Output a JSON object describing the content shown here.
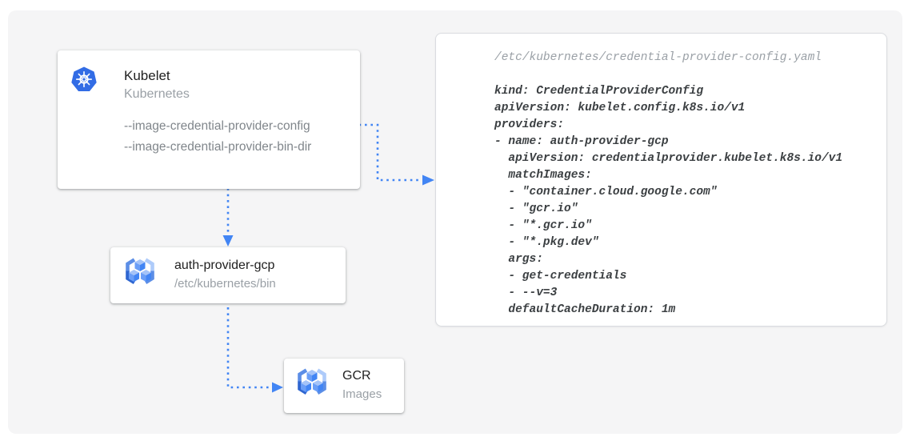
{
  "diagram": {
    "kubelet_node": {
      "title": "Kubelet",
      "subtitle": "Kubernetes",
      "flags": [
        "--image-credential-provider-config",
        "--image-credential-provider-bin-dir"
      ]
    },
    "auth_provider_node": {
      "title": "auth-provider-gcp",
      "subtitle": "/etc/kubernetes/bin"
    },
    "gcr_node": {
      "title": "GCR",
      "subtitle": "Images"
    },
    "config_file": {
      "path": "/etc/kubernetes/credential-provider-config.yaml",
      "yaml_lines": [
        "kind: CredentialProviderConfig",
        "apiVersion: kubelet.config.k8s.io/v1",
        "providers:",
        "- name: auth-provider-gcp",
        "  apiVersion: credentialprovider.kubelet.k8s.io/v1",
        "  matchImages:",
        "  - \"container.cloud.google.com\"",
        "  - \"gcr.io\"",
        "  - \"*.gcr.io\"",
        "  - \"*.pkg.dev\"",
        "  args:",
        "  - get-credentials",
        "  - --v=3",
        "  defaultCacheDuration: 1m"
      ]
    },
    "icons": {
      "kubelet": "kubernetes-icon",
      "auth_provider": "container-registry-icon",
      "gcr": "container-registry-icon"
    },
    "colors": {
      "arrow_blue": "#4285f4",
      "kubernetes_blue": "#326ce5",
      "registry_light_blue": "#aecbfa",
      "registry_medium_blue": "#5c8ee6",
      "registry_dark_blue": "#2f66d0",
      "board_background": "#f5f5f6",
      "title_text": "#212121",
      "muted_text": "#9aa0a6",
      "code_text": "#3c4043"
    }
  }
}
